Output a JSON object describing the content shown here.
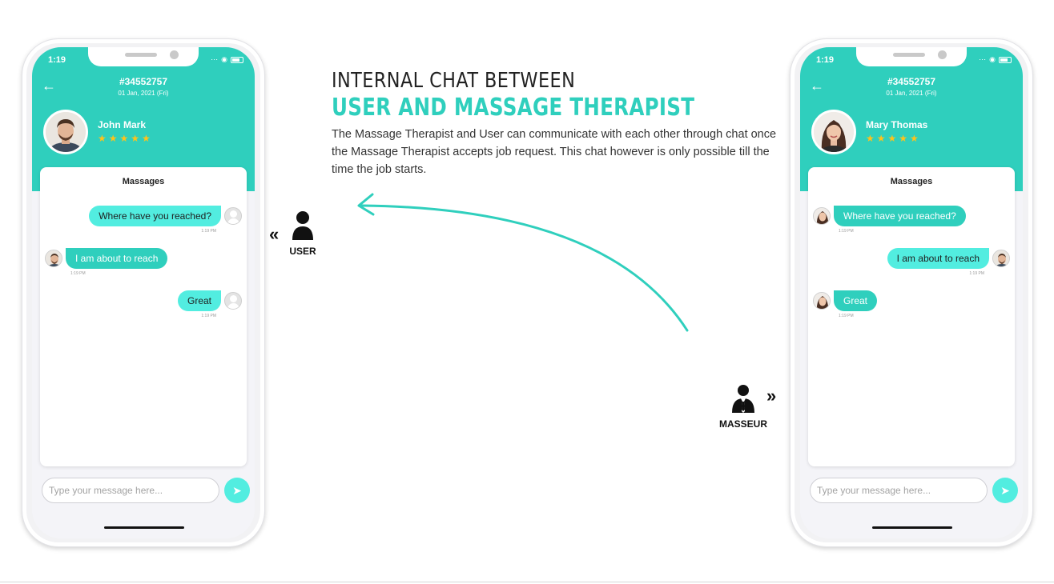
{
  "headline": {
    "line1": "INTERNAL CHAT BETWEEN",
    "line2": "USER AND MASSAGE THERAPIST",
    "body": "The Massage Therapist and User can communicate with each other through chat once the Massage Therapist accepts job request. This chat however is only possible till the time the job starts."
  },
  "roles": {
    "user": "USER",
    "masseur": "MASSEUR"
  },
  "colors": {
    "accent": "#2fcfbd",
    "bubble_light": "#52ede0",
    "star": "#ffc21a"
  },
  "phone_left": {
    "status_time": "1:19",
    "order_id": "#34552757",
    "order_date": "01 Jan, 2021 (Fri)",
    "profile_name": "John Mark",
    "stars": "★★★★★",
    "chat_title": "Massages",
    "messages": [
      {
        "text": "Where have you reached?",
        "time": "1:19 PM",
        "direction": "out"
      },
      {
        "text": "I am about to reach",
        "time": "1:19 PM",
        "direction": "in"
      },
      {
        "text": "Great",
        "time": "1:19 PM",
        "direction": "out"
      }
    ],
    "input_placeholder": "Type your message here..."
  },
  "phone_right": {
    "status_time": "1:19",
    "order_id": "#34552757",
    "order_date": "01 Jan, 2021 (Fri)",
    "profile_name": "Mary Thomas",
    "stars": "★★★★★",
    "chat_title": "Massages",
    "messages": [
      {
        "text": "Where have you reached?",
        "time": "1:19 PM",
        "direction": "in"
      },
      {
        "text": "I am about to reach",
        "time": "1:19 PM",
        "direction": "out"
      },
      {
        "text": "Great",
        "time": "1:19 PM",
        "direction": "in"
      }
    ],
    "input_placeholder": "Type your message here..."
  }
}
